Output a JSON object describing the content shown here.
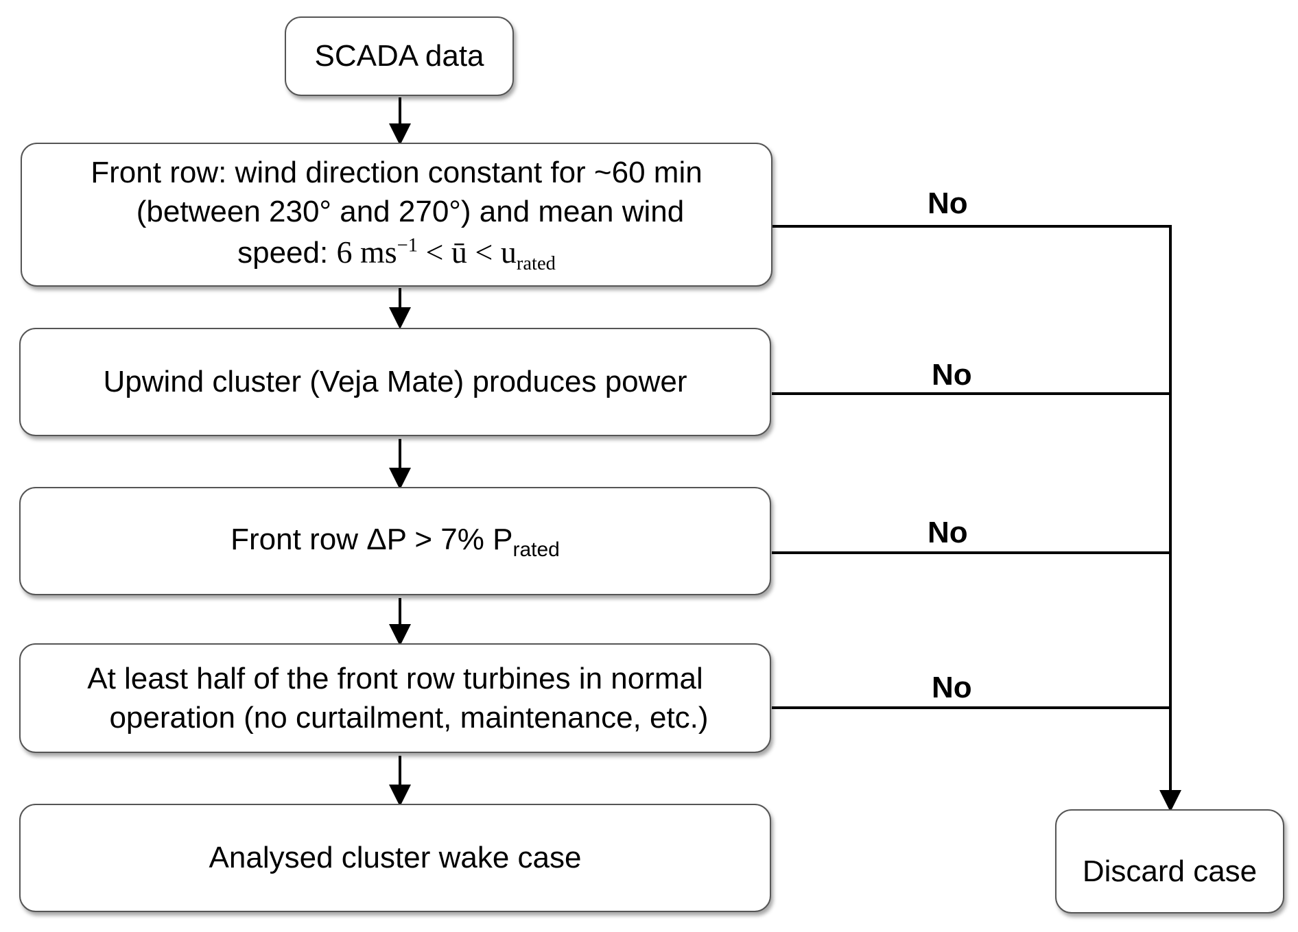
{
  "nodes": {
    "scada": {
      "text": "SCADA data"
    },
    "front_row": {
      "line1": "Front row: wind direction constant for ~60 min",
      "line2": "(between 230° and 270°) and mean wind",
      "line3_prefix": "speed: ",
      "math_lead": "6 ms",
      "math_exp": "−1",
      "math_mid": " < ū < u",
      "math_sub": "rated"
    },
    "upwind": {
      "text": "Upwind cluster (Veja Mate) produces power"
    },
    "delta_p": {
      "text": "Front row ΔP > 7% P",
      "sub": "rated"
    },
    "operation": {
      "line1": "At least half of the front row turbines in normal",
      "line2": "operation (no curtailment, maintenance, etc.)"
    },
    "analysed": {
      "text": "Analysed cluster wake case"
    },
    "discard": {
      "text": "Discard case"
    }
  },
  "edges": {
    "no_label_1": "No",
    "no_label_2": "No",
    "no_label_3": "No",
    "no_label_4": "No"
  }
}
